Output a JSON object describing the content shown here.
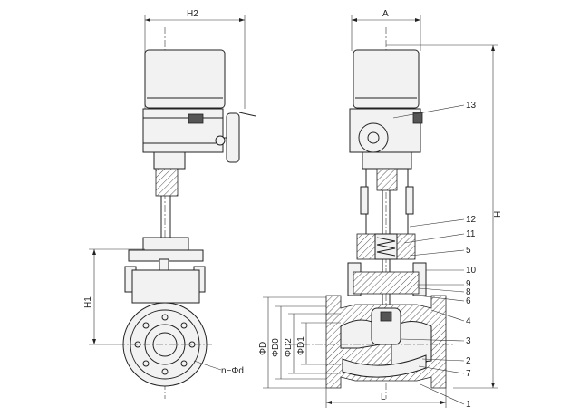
{
  "dims": {
    "h2": "H2",
    "a": "A",
    "h": "H",
    "h1": "H1",
    "l": "L",
    "d": "ΦD",
    "d0": "ΦD0",
    "d2": "ΦD2",
    "d1": "ΦD1",
    "bolt_holes": "n−Φd"
  },
  "callouts": [
    "13",
    "12",
    "11",
    "5",
    "10",
    "9",
    "8",
    "6",
    "4",
    "3",
    "2",
    "7",
    "1"
  ]
}
